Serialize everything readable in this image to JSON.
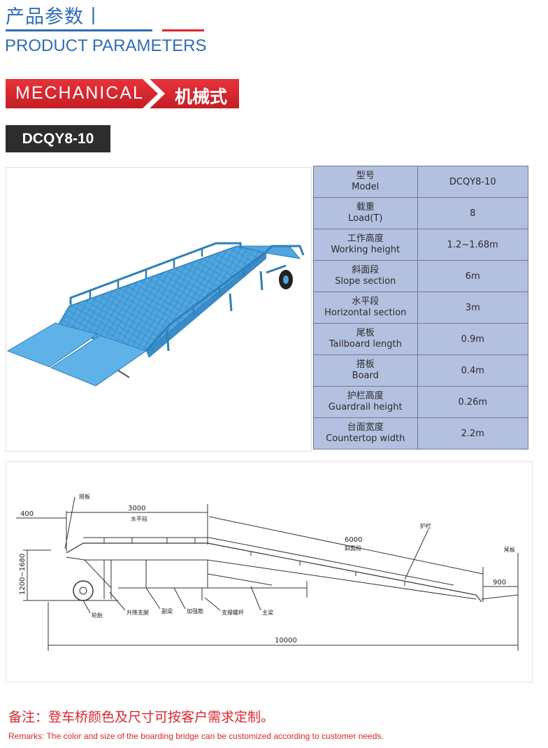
{
  "header": {
    "title_cn": "产品参数丨",
    "title_en": "PRODUCT PARAMETERS"
  },
  "banner": {
    "label_en": "MECHANICAL",
    "label_cn": "机械式"
  },
  "model": "DCQY8-10",
  "specs": [
    {
      "cn": "型号",
      "en": "Model",
      "value": "DCQY8-10"
    },
    {
      "cn": "载重",
      "en": "Load(T)",
      "value": "8"
    },
    {
      "cn": "工作高度",
      "en": "Working height",
      "value": "1.2~1.68m"
    },
    {
      "cn": "斜面段",
      "en": "Slope section",
      "value": "6m"
    },
    {
      "cn": "水平段",
      "en": "Horizontal section",
      "value": "3m"
    },
    {
      "cn": "尾板",
      "en": "Tailboard length",
      "value": "0.9m"
    },
    {
      "cn": "搭板",
      "en": "Board",
      "value": "0.4m"
    },
    {
      "cn": "护栏高度",
      "en": "Guardrail height",
      "value": "0.26m"
    },
    {
      "cn": "台面宽度",
      "en": "Countertop width",
      "value": "2.2m"
    }
  ],
  "drawing": {
    "dim_400": "400",
    "dim_3000": "3000",
    "dim_3000_sub": "水平段",
    "dim_6000": "6000",
    "dim_6000_sub": "斜面段",
    "dim_900": "900",
    "dim_height": "1200~1680",
    "dim_total": "10000",
    "label_board": "搭板",
    "label_guardrail": "护栏",
    "label_tail": "尾板",
    "label_wheel": "轮胎",
    "label_lift": "升降支腿",
    "label_beam": "副梁",
    "label_reinforce": "加强筋",
    "label_support": "支撑螺杆",
    "label_main": "主梁"
  },
  "remarks": {
    "cn": "备注：登车桥颜色及尺寸可按客户需求定制。",
    "en": "Remarks: The color and size of the boarding bridge can be customized according to customer needs."
  },
  "colors": {
    "brand_blue": "#2f6db5",
    "accent_red": "#d9272e",
    "table_bg": "#b4c0df",
    "ramp_blue": "#4a9fdb"
  }
}
